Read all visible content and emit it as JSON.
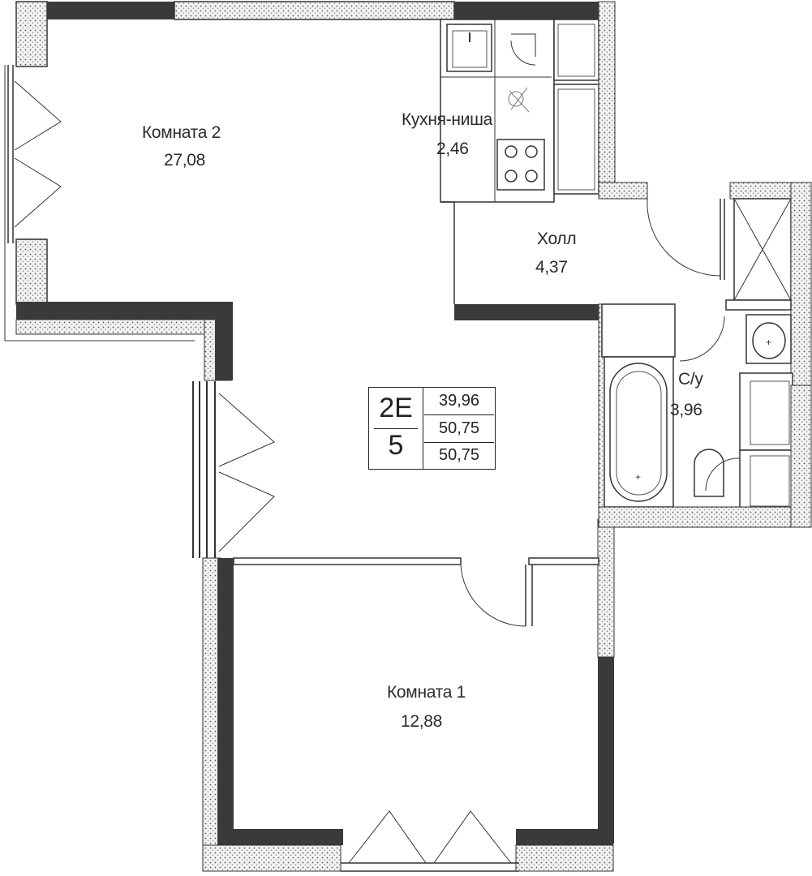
{
  "rooms": {
    "room2": {
      "name": "Комната 2",
      "area": "27,08"
    },
    "kitchen": {
      "name": "Кухня-ниша",
      "area": "2,46"
    },
    "hall": {
      "name": "Холл",
      "area": "4,37"
    },
    "bathroom": {
      "name": "С/у",
      "area": "3,96"
    },
    "room1": {
      "name": "Комната 1",
      "area": "12,88"
    }
  },
  "unit": {
    "code": "2E",
    "floor": "5",
    "area_living": "39,96",
    "area_total": "50,75",
    "area_total_balcony": "50,75"
  },
  "colors": {
    "wall_dark": "#3a3a3a",
    "wall_hatch": "#e6e6e6",
    "line": "#333333"
  }
}
